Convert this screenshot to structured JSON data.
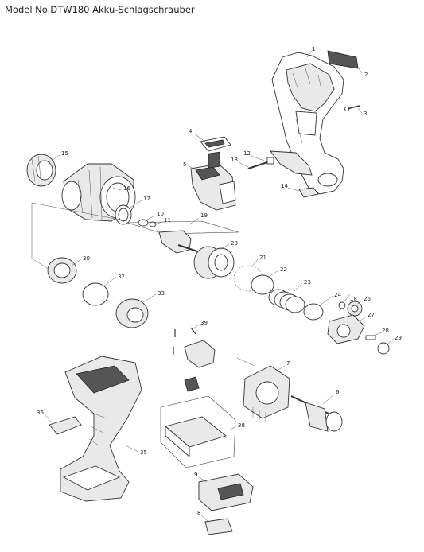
{
  "title": "Model No.DTW180 Akku-Schlagschrauber",
  "parts": [
    {
      "id": "p1",
      "label": "1"
    },
    {
      "id": "p2",
      "label": "2"
    },
    {
      "id": "p3",
      "label": "3"
    },
    {
      "id": "p4",
      "label": "4"
    },
    {
      "id": "p5",
      "label": "5"
    },
    {
      "id": "p6",
      "label": "6"
    },
    {
      "id": "p7",
      "label": "7"
    },
    {
      "id": "p8",
      "label": "8"
    },
    {
      "id": "p9",
      "label": "9"
    },
    {
      "id": "p10",
      "label": "10"
    },
    {
      "id": "p11",
      "label": "11"
    },
    {
      "id": "p12",
      "label": "12"
    },
    {
      "id": "p13",
      "label": "13"
    },
    {
      "id": "p14",
      "label": "14"
    },
    {
      "id": "p15",
      "label": "15"
    },
    {
      "id": "p16",
      "label": "16"
    },
    {
      "id": "p17",
      "label": "17"
    },
    {
      "id": "p18",
      "label": "18"
    },
    {
      "id": "p19",
      "label": "19"
    },
    {
      "id": "p20",
      "label": "20"
    },
    {
      "id": "p21",
      "label": "21"
    },
    {
      "id": "p22",
      "label": "22"
    },
    {
      "id": "p23",
      "label": "23"
    },
    {
      "id": "p24",
      "label": "24"
    },
    {
      "id": "p26",
      "label": "26"
    },
    {
      "id": "p27",
      "label": "27"
    },
    {
      "id": "p28",
      "label": "28"
    },
    {
      "id": "p29",
      "label": "29"
    },
    {
      "id": "p30",
      "label": "30"
    },
    {
      "id": "p32",
      "label": "32"
    },
    {
      "id": "p33",
      "label": "33"
    },
    {
      "id": "p35",
      "label": "35"
    },
    {
      "id": "p36",
      "label": "36"
    },
    {
      "id": "p38",
      "label": "38"
    },
    {
      "id": "p39",
      "label": "39"
    }
  ],
  "colors": {
    "line": "#333333",
    "shade": "#e9e9e9",
    "dark": "#555555"
  }
}
